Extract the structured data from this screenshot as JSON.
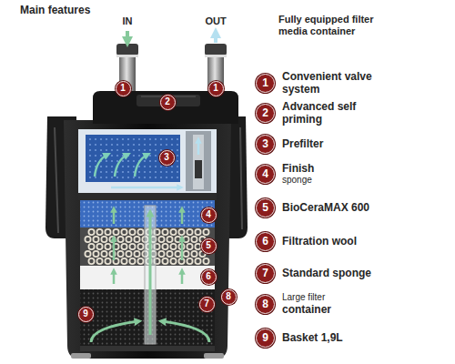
{
  "diagram": {
    "title": "Main features",
    "nodes": [
      {
        "text": [
          "1"
        ]
      },
      {
        "text": [
          "1"
        ]
      },
      {
        "text": [
          "2"
        ]
      },
      {
        "text": [
          "3"
        ]
      },
      {
        "text": [
          "4"
        ]
      },
      {
        "text": [
          "5"
        ]
      },
      {
        "text": [
          "6"
        ]
      },
      {
        "text": [
          "7"
        ]
      },
      {
        "text": [
          "8"
        ]
      },
      {
        "text": [
          "9"
        ]
      },
      {
        "text": [
          "1",
          "Convenient valve system"
        ]
      },
      {
        "text": [
          "2",
          "Advanced self priming"
        ]
      },
      {
        "text": [
          "3",
          "Prefilter"
        ]
      },
      {
        "text": [
          "4",
          "Finish",
          "sponge"
        ]
      },
      {
        "text": [
          "5",
          "BioCeraMAX 600"
        ]
      },
      {
        "text": [
          "6",
          "Filtration wool"
        ]
      },
      {
        "text": [
          "7",
          "Standard sponge"
        ]
      },
      {
        "text": [
          "8",
          "Large filter",
          "container"
        ]
      },
      {
        "text": [
          "9",
          "Basket 1,9L"
        ]
      }
    ],
    "labels": [
      "IN",
      "OUT",
      "Fully equipped filter media container"
    ]
  }
}
